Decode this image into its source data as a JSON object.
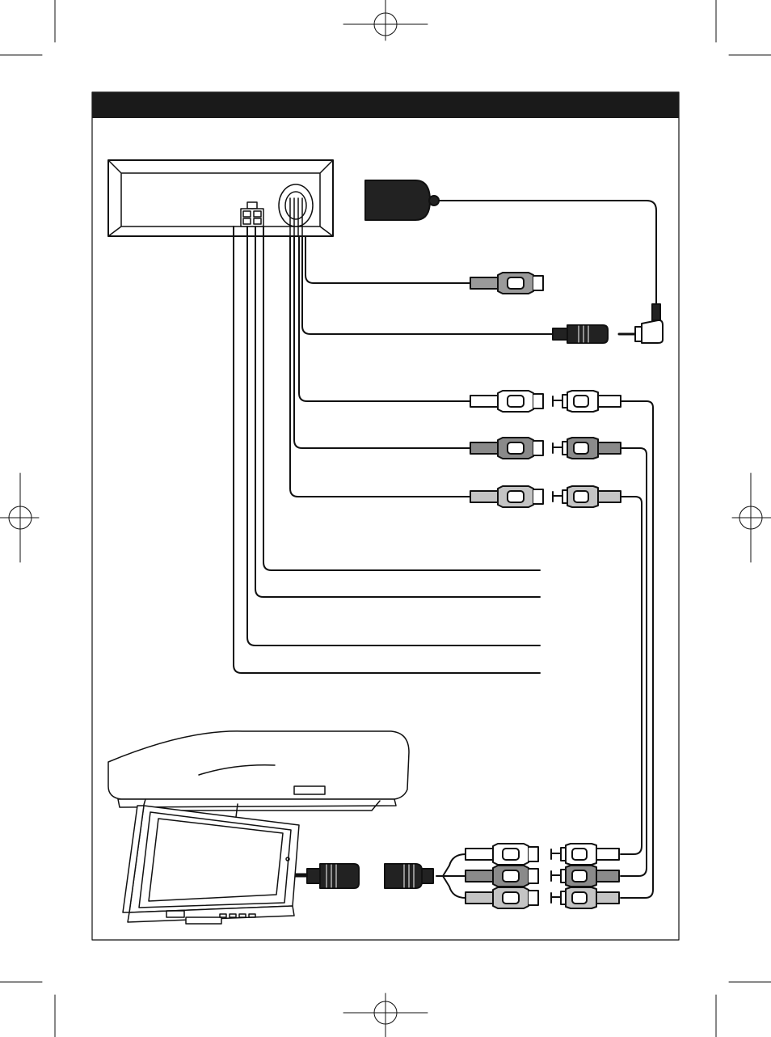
{
  "page": {
    "title": ""
  },
  "colors": {
    "ink": "#111111",
    "header_bar": "#1a1a1a",
    "white_plug": "#ffffff",
    "red_plug": "#8a8a8a",
    "yellow_plug": "#c4c4c4",
    "gray_plug": "#9a9a9a",
    "source_box": "#222222",
    "paper": "#ffffff"
  },
  "components": {
    "dvd_unit": "dvd-player-unit",
    "power_connector": "4-pin-power-connector",
    "remote_eye": "ir-remote-eye",
    "monitor": "overhead-flip-down-monitor"
  },
  "cables": {
    "rca_pairs": [
      {
        "name": "white-audio",
        "color": "#ffffff"
      },
      {
        "name": "red-audio",
        "color": "#8a8a8a"
      },
      {
        "name": "yellow-video",
        "color": "#c4c4c4"
      }
    ],
    "power_wires": 4
  }
}
